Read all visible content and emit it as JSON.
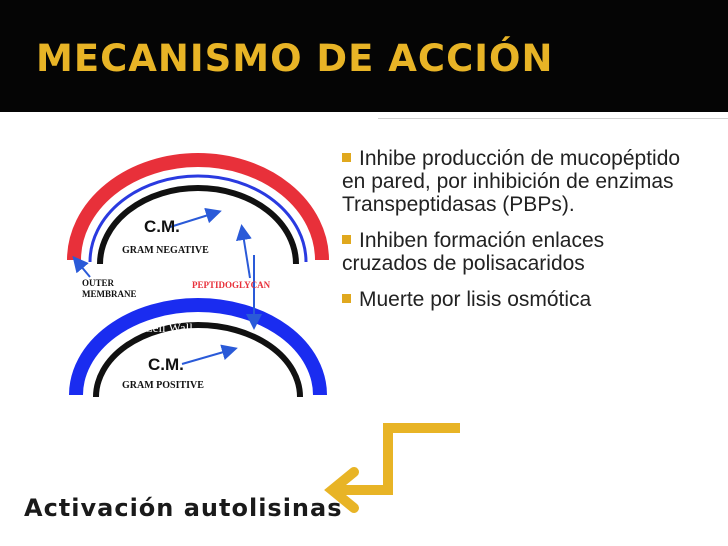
{
  "slide": {
    "title": "Mecanismo de acción",
    "bullets": [
      "Inhibe producción de mucopéptido en pared, por inhibición de enzimas Transpeptidasas (PBPs).",
      "Inhiben formación enlaces cruzados de polisacaridos",
      "Muerte por lisis osmótica"
    ],
    "footer_label": "Activación autolisinas"
  },
  "diagram": {
    "top_cm": "C.M.",
    "gram_negative": "GRAM NEGATIVE",
    "outer_membrane_line1": "OUTER",
    "outer_membrane_line2": "MEMBRANE",
    "peptidoglycan": "PEPTIDOGLYCAN",
    "cell_wall": "Cell Wall",
    "bottom_cm": "C.M.",
    "gram_positive": "GRAM POSITIVE"
  },
  "colors": {
    "title_gold": "#e8b426",
    "title_bar": "#050505",
    "bullet_gold": "#e0a81e",
    "arrow_gold": "#e8b426",
    "gram_negative_outer": "#e8303a",
    "cell_wall_blue": "#1a2cf0",
    "arrow_blue": "#2a5ad8"
  }
}
